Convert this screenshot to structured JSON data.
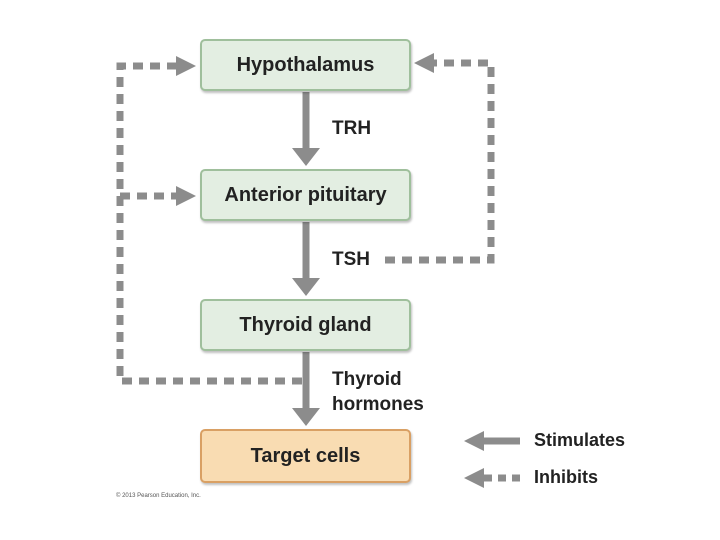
{
  "nodes": {
    "hypothalamus": "Hypothalamus",
    "anterior_pituitary": "Anterior pituitary",
    "thyroid_gland": "Thyroid gland",
    "target_cells": "Target cells"
  },
  "edges": {
    "trh": "TRH",
    "tsh": "TSH",
    "thyroid_hormones_line1": "Thyroid",
    "thyroid_hormones_line2": "hormones"
  },
  "legend": {
    "stimulates": "Stimulates",
    "inhibits": "Inhibits"
  },
  "copyright": "© 2013 Pearson Education, Inc.",
  "colors": {
    "arrow": "#8c8c8c",
    "box_fill": "#e3eee2",
    "box_border": "#9fbf9c",
    "target_fill": "#f9dcb2",
    "target_border": "#d9a064"
  }
}
